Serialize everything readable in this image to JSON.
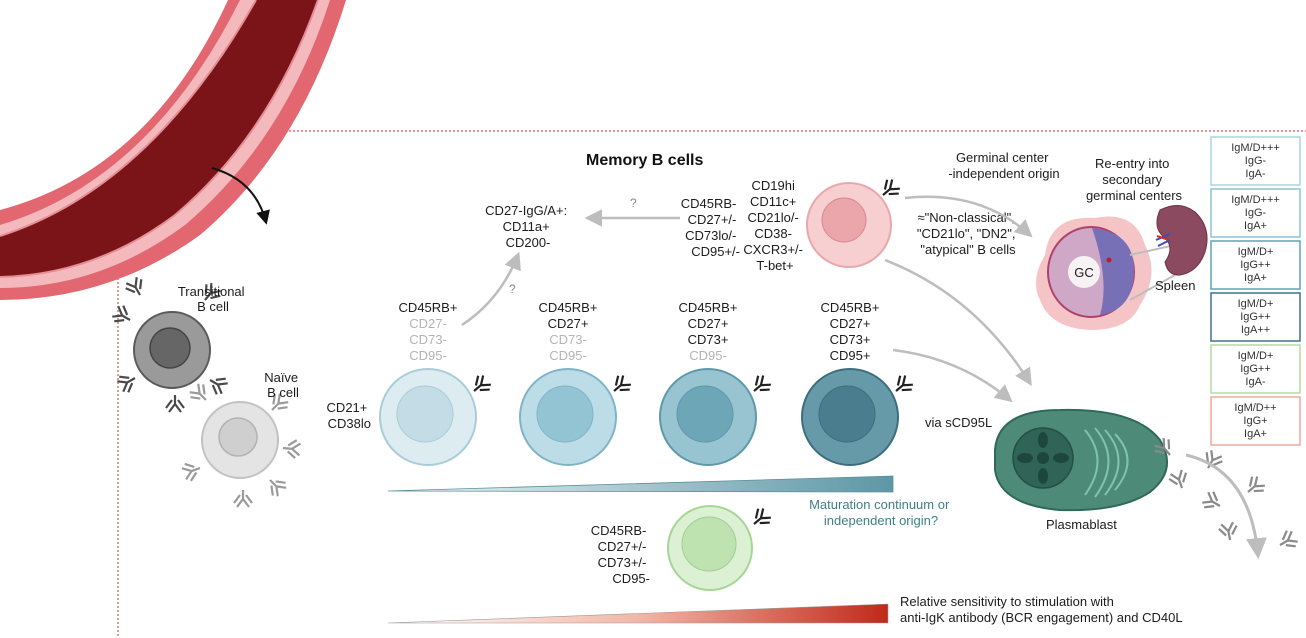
{
  "title": "Memory B cells",
  "transitional_label": [
    "Transitional",
    "B cell"
  ],
  "naive_label": [
    "Naïve",
    "B cell"
  ],
  "cd21_label": [
    "CD21+",
    "CD38lo"
  ],
  "subsets": [
    {
      "lines": [
        "CD45RB+",
        "CD27-",
        "CD73-",
        "CD95-"
      ],
      "fill": "#dcecf1",
      "nucleus": "#c3dce5",
      "stroke": "#a9ccd7"
    },
    {
      "lines": [
        "CD45RB+",
        "CD27+",
        "CD73-",
        "CD95-"
      ],
      "fill": "#bcdde7",
      "nucleus": "#93c4d4",
      "stroke": "#7fb4c6"
    },
    {
      "lines": [
        "CD45RB+",
        "CD27+",
        "CD73+",
        "CD95-"
      ],
      "fill": "#97c4d0",
      "nucleus": "#6da6b7",
      "stroke": "#5e99ab"
    },
    {
      "lines": [
        "CD45RB+",
        "CD27+",
        "CD73+",
        "CD95+"
      ],
      "fill": "#679aa8",
      "nucleus": "#4a7d8d",
      "stroke": "#3d6e7e"
    }
  ],
  "cd27neg_label": [
    "CD27-IgG/A+:",
    "CD11a+",
    "CD200-"
  ],
  "question_marks": [
    "?",
    "?"
  ],
  "pink_markers_left": [
    "CD45RB-",
    "CD27+/-",
    "CD73lo/-",
    "CD95+/-"
  ],
  "pink_markers_right": [
    "CD19hi",
    "CD11c+",
    "CD21lo/-",
    "CD38-",
    "CXCR3+/-",
    "T-bet+"
  ],
  "gc_independent": [
    "Germinal center",
    "-independent origin"
  ],
  "nonclassical": [
    "≈\"Non-classical\",",
    "\"CD21lo\", \"DN2\",",
    "\"atypical\" B cells"
  ],
  "reentry": [
    "Re-entry into",
    "secondary",
    "germinal centers"
  ],
  "gc_label": "GC",
  "spleen_label": "Spleen",
  "via_label": "via sCD95L",
  "plasmablast_label": "Plasmablast",
  "maturation": [
    "Maturation continuum or",
    "independent origin?"
  ],
  "green_markers": [
    "CD45RB-",
    "CD27+/-",
    "CD73+/-",
    "CD95-"
  ],
  "sensitivity": [
    "Relative sensitivity to stimulation with",
    "anti-IgK antibody (BCR engagement) and CD40L"
  ],
  "isotype_boxes": [
    {
      "lines": [
        "IgM/D+++",
        "IgG-",
        "IgA-"
      ],
      "border": "#a9d6e0"
    },
    {
      "lines": [
        "IgM/D+++",
        "IgG-",
        "IgA+"
      ],
      "border": "#8cc6d4"
    },
    {
      "lines": [
        "IgM/D+",
        "IgG++",
        "IgA+"
      ],
      "border": "#5fa3b6"
    },
    {
      "lines": [
        "IgM/D+",
        "IgG++",
        "IgA++"
      ],
      "border": "#3e7385"
    },
    {
      "lines": [
        "IgM/D+",
        "IgG++",
        "IgA-"
      ],
      "border": "#b4dca4"
    },
    {
      "lines": [
        "IgM/D++",
        "IgG+",
        "IgA+"
      ],
      "border": "#f0a89c"
    }
  ]
}
